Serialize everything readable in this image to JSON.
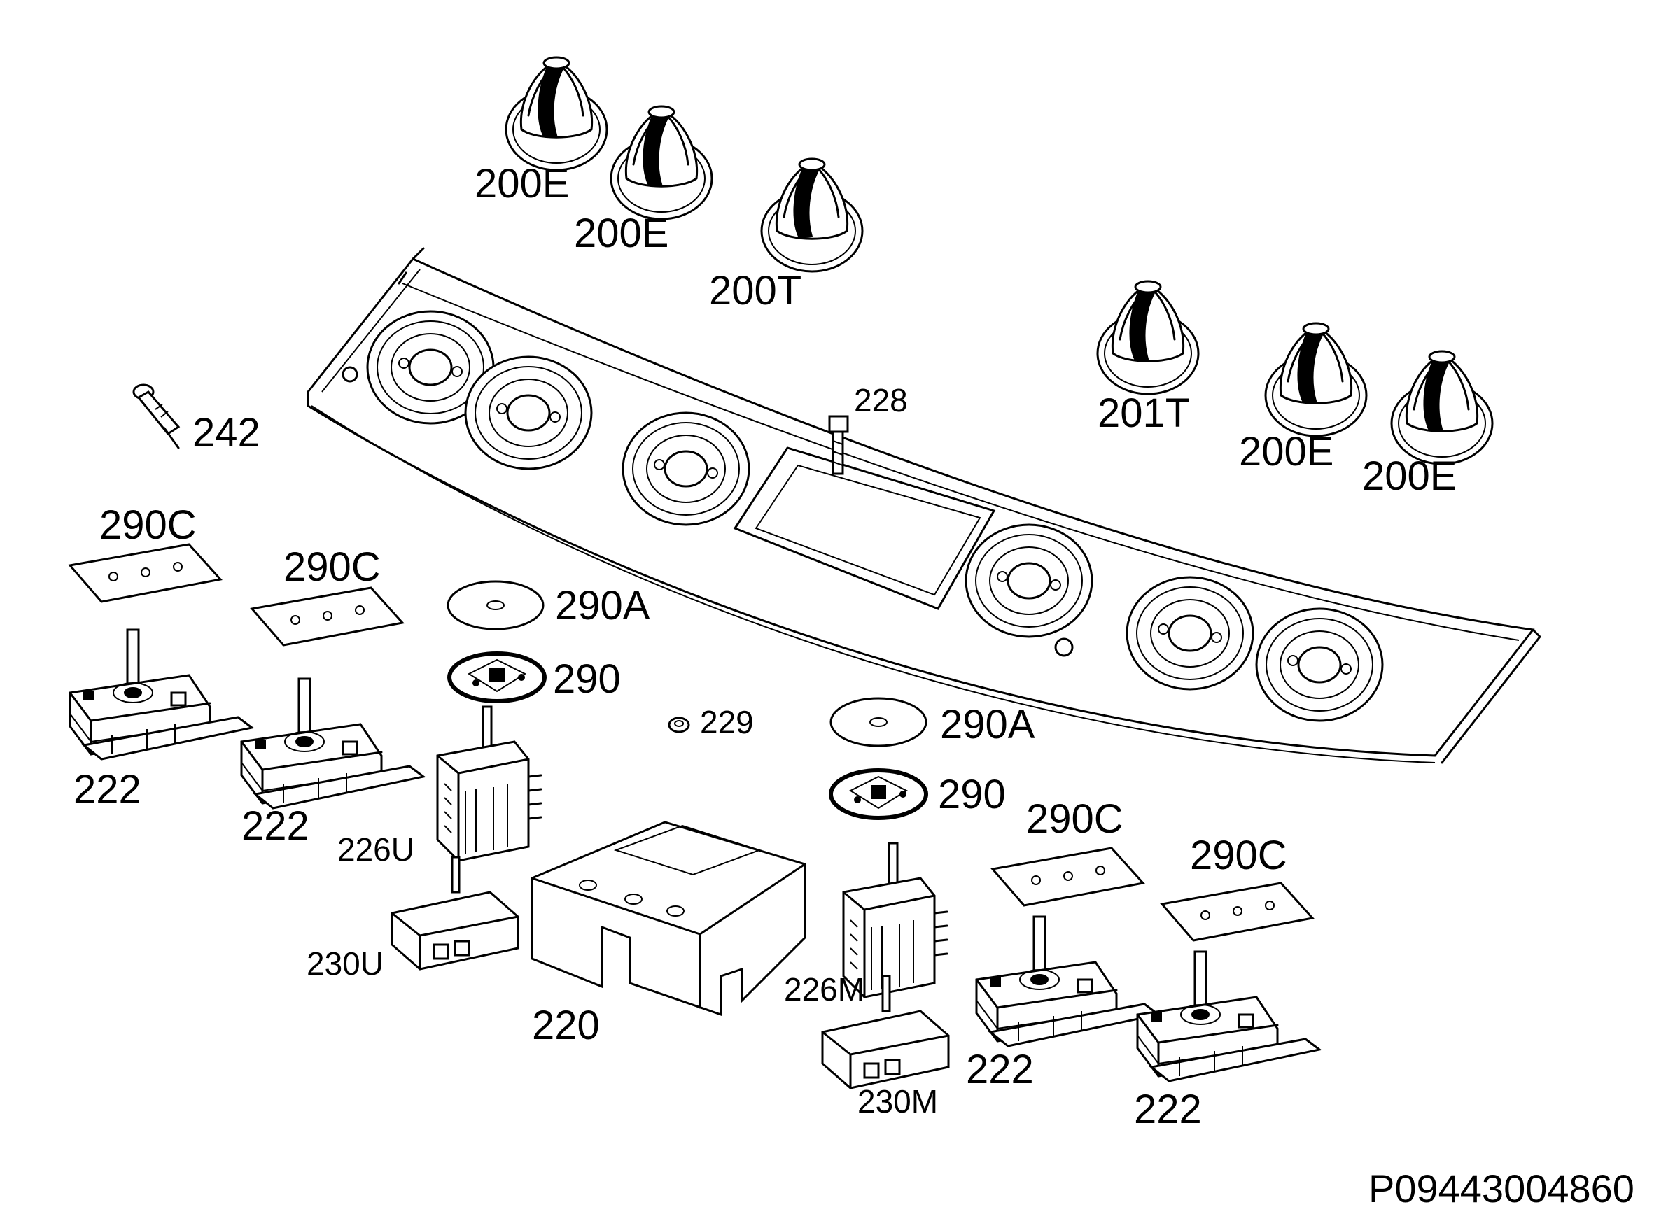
{
  "diagram_code": "P09443004860",
  "labels": {
    "knob_200e_a": "200E",
    "knob_200e_b": "200E",
    "knob_200t": "200T",
    "knob_201t": "201T",
    "knob_200e_c": "200E",
    "knob_200e_d": "200E",
    "screw_228": "228",
    "pin_242": "242",
    "plate_290c_a": "290C",
    "plate_290c_b": "290C",
    "plate_290c_c": "290C",
    "plate_290c_d": "290C",
    "disc_290a_a": "290A",
    "disc_290a_b": "290A",
    "ring_290_a": "290",
    "ring_290_b": "290",
    "nut_229": "229",
    "switch_222_a": "222",
    "switch_222_b": "222",
    "switch_222_c": "222",
    "switch_222_d": "222",
    "selector_226u": "226U",
    "selector_226m": "226M",
    "thermostat_230u": "230U",
    "thermostat_230m": "230M",
    "timer_220": "220"
  }
}
